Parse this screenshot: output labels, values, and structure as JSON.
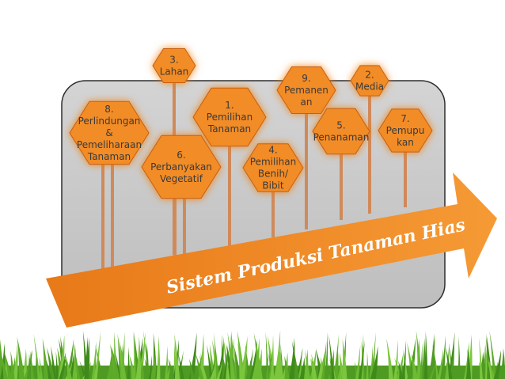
{
  "diagram": {
    "title": "Sistem Produksi Tanaman Hias",
    "colors": {
      "hex_fill": "#F28C28",
      "hex_stroke": "#C85F0E",
      "post": "#D08A5A",
      "panel_fill": "#C9C9C9",
      "panel_stroke": "#2E2E2E",
      "arrow": "#F08A25",
      "grass": "#5DA928",
      "text": "#3A3A3A"
    },
    "signs": [
      {
        "id": "lahan",
        "lines": [
          "3.",
          "Lahan"
        ]
      },
      {
        "id": "perlindungan",
        "lines": [
          "8.",
          "Perlindungan",
          "&",
          "Pemeliharaan",
          "Tanaman"
        ]
      },
      {
        "id": "pemilihan-tanaman",
        "lines": [
          "1.",
          "Pemilihan",
          "Tanaman"
        ]
      },
      {
        "id": "perbanyakan",
        "lines": [
          "6.",
          "Perbanyakan",
          "Vegetatif"
        ]
      },
      {
        "id": "pemilihan-benih",
        "lines": [
          "4.",
          "Pemilihan",
          "Benih/",
          "Bibit"
        ]
      },
      {
        "id": "pemanenan",
        "lines": [
          "9.",
          "Pemanen",
          "an"
        ]
      },
      {
        "id": "penanaman",
        "lines": [
          "5.",
          "Penanaman"
        ]
      },
      {
        "id": "media",
        "lines": [
          "2.",
          "Media"
        ]
      },
      {
        "id": "pemupukan",
        "lines": [
          "7.",
          "Pemupu",
          "kan"
        ]
      }
    ]
  }
}
